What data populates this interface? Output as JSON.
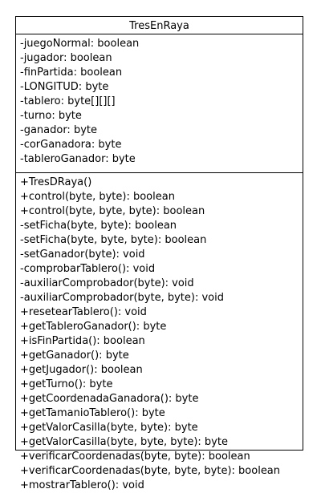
{
  "class": {
    "name": "TresEnRaya",
    "attributes": [
      "-juegoNormal: boolean",
      "-jugador: boolean",
      "-finPartida: boolean",
      "-LONGITUD: byte",
      "-tablero: byte[][][]",
      "-turno: byte",
      "-ganador: byte",
      "-corGanadora: byte",
      "-tableroGanador: byte"
    ],
    "methods": [
      "+TresDRaya()",
      "+control(byte, byte): boolean",
      "+control(byte, byte, byte): boolean",
      "-setFicha(byte, byte): boolean",
      "-setFicha(byte, byte, byte): boolean",
      "-setGanador(byte): void",
      "-comprobarTablero(): void",
      "-auxiliarComprobador(byte): void",
      "-auxiliarComprobador(byte, byte): void",
      "+resetearTablero(): void",
      "+getTableroGanador(): byte",
      "+isFinPartida(): boolean",
      "+getGanador(): byte",
      "+getJugador(): boolean",
      "+getTurno(): byte",
      "+getCoordenadaGanadora(): byte",
      "+getTamanioTablero(): byte",
      "+getValorCasilla(byte, byte): byte",
      "+getValorCasilla(byte, byte, byte): byte",
      "+verificarCoordenadas(byte, byte): boolean",
      "+verificarCoordenadas(byte, byte, byte): boolean",
      "+mostrarTablero(): void"
    ]
  }
}
